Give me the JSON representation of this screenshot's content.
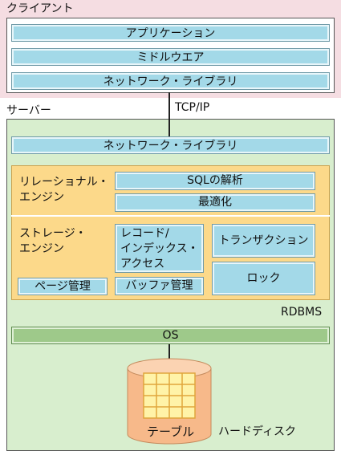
{
  "client": {
    "title": "クライアント",
    "layers": [
      "アプリケーション",
      "ミドルウエア",
      "ネットワーク・ライブラリ"
    ]
  },
  "connection": {
    "label": "TCP/IP"
  },
  "server": {
    "title": "サーバー",
    "network_library": "ネットワーク・ライブラリ",
    "rdbms": {
      "label": "RDBMS",
      "relational_engine": {
        "label_line1": "リレーショナル・",
        "label_line2": "エンジン",
        "components": [
          "SQLの解析",
          "最適化"
        ]
      },
      "storage_engine": {
        "label_line1": "ストレージ・",
        "label_line2": "エンジン",
        "page_management": "ページ管理",
        "record_access": {
          "line1": "レコード/",
          "line2": "インデックス・",
          "line3": "アクセス"
        },
        "buffer_management": "バッファ管理",
        "transaction": "トランザクション",
        "lock": "ロック"
      }
    },
    "os": "OS",
    "disk": {
      "table_label": "テーブル",
      "disk_label": "ハードディスク"
    }
  },
  "colors": {
    "client_bg": "#f5dde2",
    "server_bg": "#d8eece",
    "component_blue": "#a3d9e8",
    "rdbms_yellow": "#fcd98a",
    "os_green": "#9ec98a",
    "disk_orange": "#f7b98a"
  }
}
